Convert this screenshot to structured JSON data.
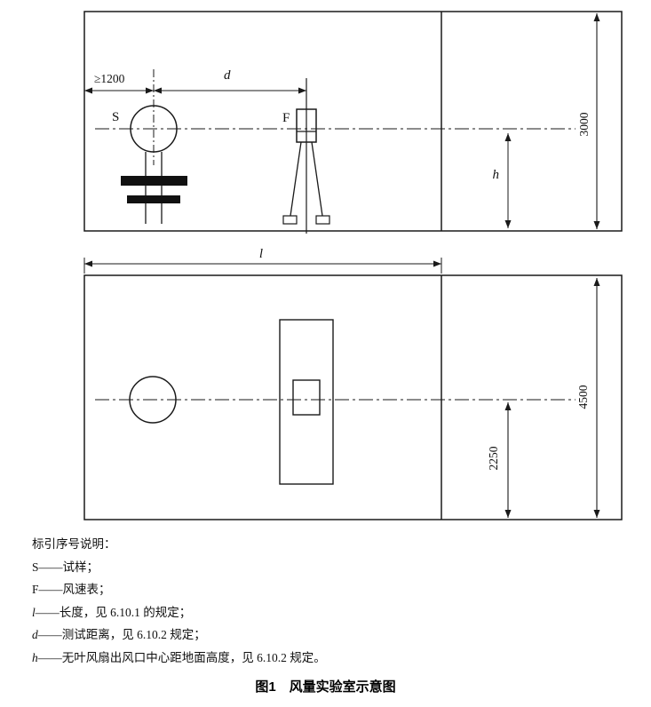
{
  "page": {
    "background": "#ffffff",
    "line_color": "#1a1a1a"
  },
  "diagram": {
    "labels": {
      "min_clearance": "≥1200",
      "distance_d": "d",
      "sample_s": "S",
      "anemometer_f": "F",
      "height_h": "h",
      "room_height": "3000",
      "length_l": "l",
      "room_width": "4500",
      "half_width": "2250"
    }
  },
  "legend": {
    "title": "标引序号说明：",
    "items": [
      {
        "symbol": "S",
        "desc": "——试样；"
      },
      {
        "symbol": "F",
        "desc": "——风速表；"
      },
      {
        "symbol": "l",
        "desc": "——长度，见 6.10.1 的规定；"
      },
      {
        "symbol": "d",
        "desc": "——测试距离，见 6.10.2 规定；"
      },
      {
        "symbol": "h",
        "desc": "——无叶风扇出风口中心距地面高度，见 6.10.2 规定。"
      }
    ]
  },
  "caption": "图1　风量实验室示意图"
}
